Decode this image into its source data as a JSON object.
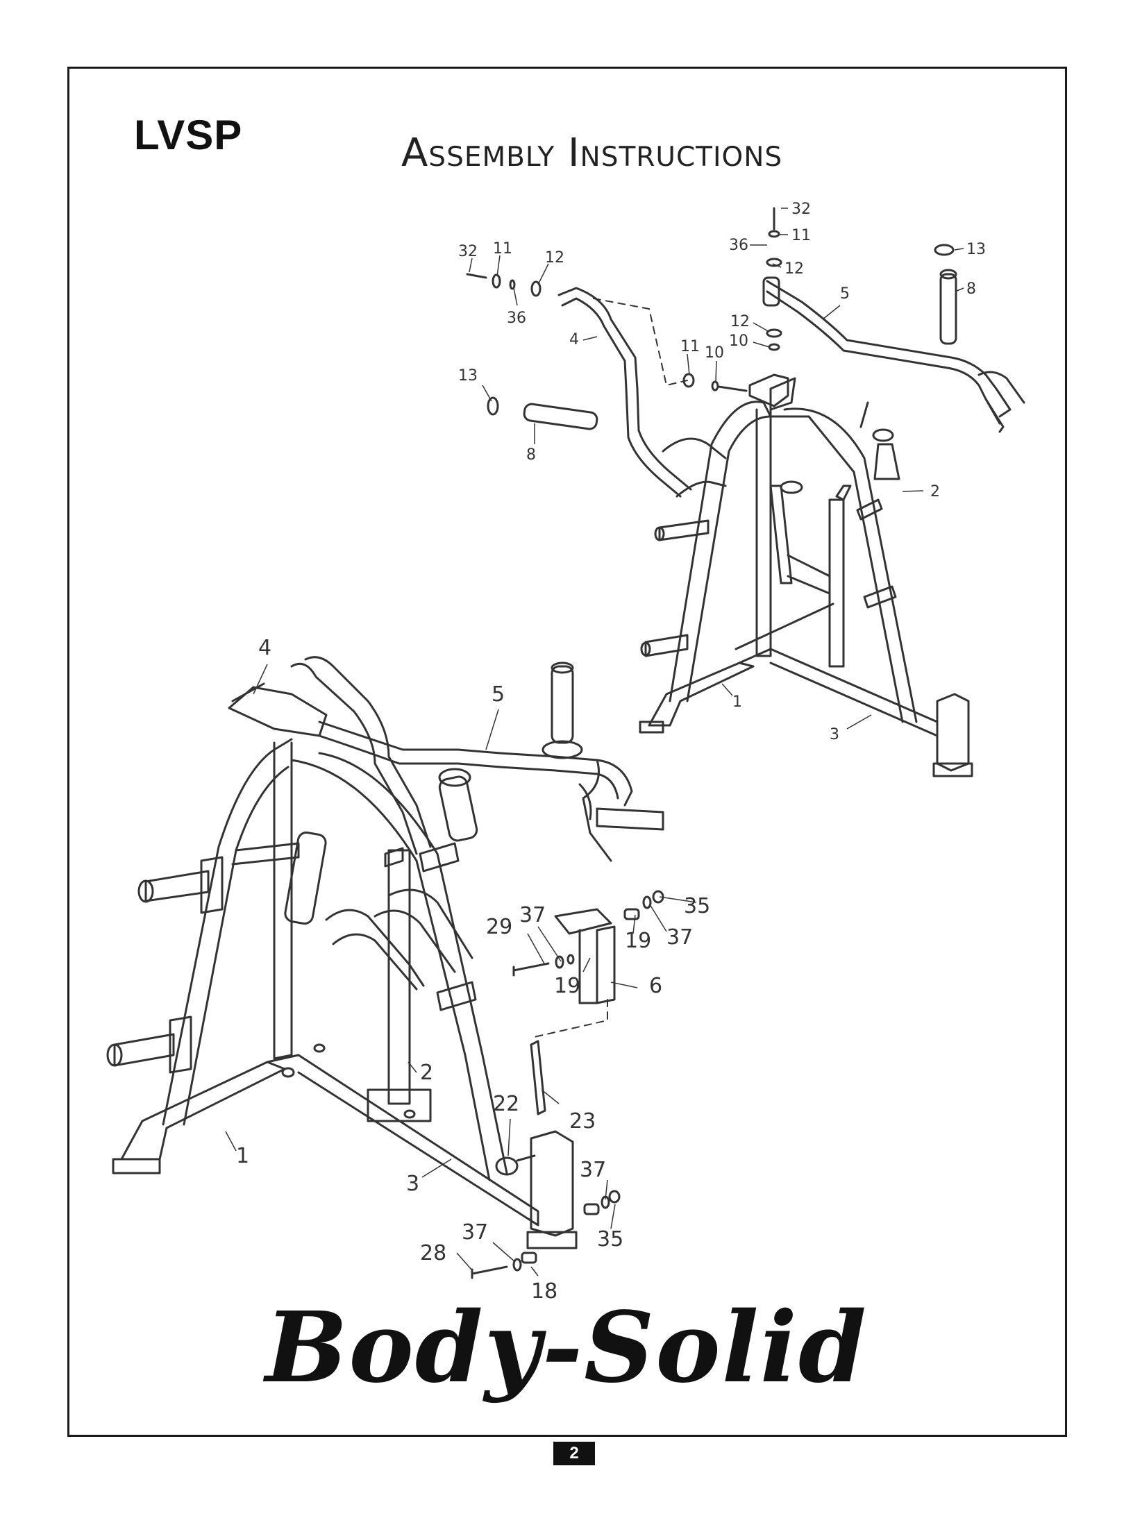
{
  "header": {
    "model": "LVSP",
    "title": "Assembly Instructions"
  },
  "diagram": {
    "callouts_top": [
      "32",
      "11",
      "12",
      "36",
      "4",
      "13",
      "8",
      "11",
      "10",
      "32",
      "11",
      "36",
      "12",
      "12",
      "10",
      "5",
      "13",
      "8",
      "2",
      "1",
      "3"
    ],
    "callouts_bottom": [
      "4",
      "5",
      "35",
      "37",
      "19",
      "29",
      "37",
      "19",
      "6",
      "2",
      "22",
      "23",
      "1",
      "3",
      "37",
      "35",
      "37",
      "28",
      "18"
    ]
  },
  "footer": {
    "brand": "Body-Solid",
    "page_number": "2"
  }
}
